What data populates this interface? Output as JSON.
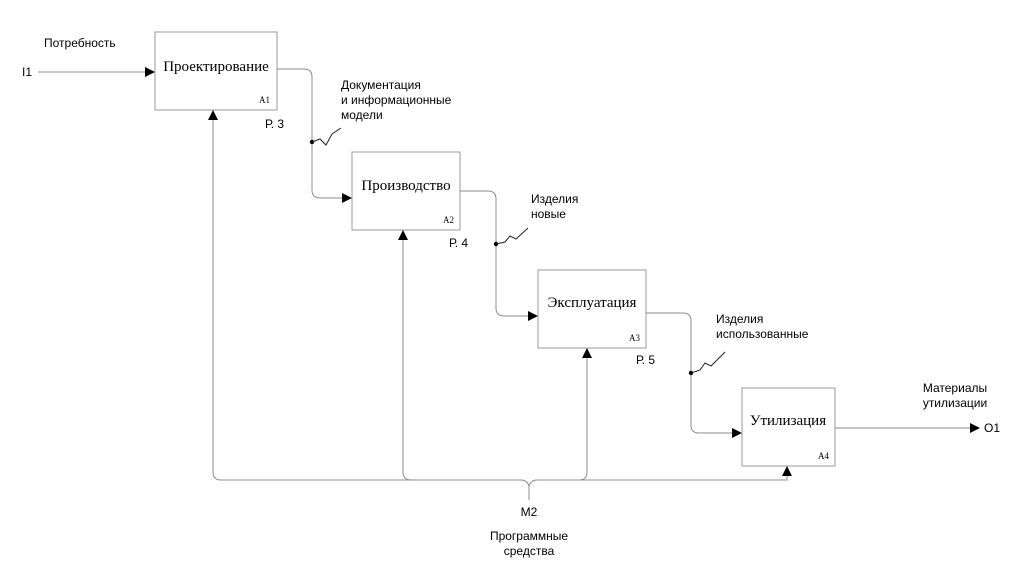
{
  "inputs": {
    "i1_code": "I1",
    "i1_label": "Потребность"
  },
  "outputs": {
    "o1_code": "O1",
    "o1_label_line1": "Материалы",
    "o1_label_line2": "утилизации"
  },
  "mechanism": {
    "code": "M2",
    "label_line1": "Программные",
    "label_line2": "средства"
  },
  "activities": [
    {
      "label": "Проектирование",
      "code": "A1"
    },
    {
      "label": "Производство",
      "code": "A2"
    },
    {
      "label": "Эксплуатация",
      "code": "A3"
    },
    {
      "label": "Утилизация",
      "code": "A4"
    }
  ],
  "pages": [
    "Р. 3",
    "Р. 4",
    "Р. 5"
  ],
  "flows": {
    "a1_a2": [
      "Документация",
      "и информационные",
      "модели"
    ],
    "a2_a3": [
      "Изделия",
      "новые"
    ],
    "a3_a4": [
      "Изделия",
      "использованные"
    ]
  }
}
